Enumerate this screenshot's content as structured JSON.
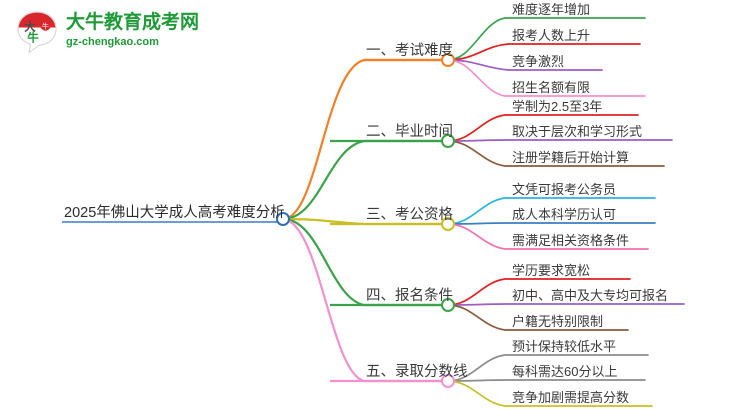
{
  "logo": {
    "mark_icon": "speech-bubble-daniu-icon",
    "mark_text_top": "大",
    "mark_text_bottom": "牛",
    "brand_name": "大牛教育成考网",
    "brand_url": "gz-chengkao.com",
    "brand_color": "#1f9a38",
    "mark_red": "#d9262c"
  },
  "mindmap": {
    "root": {
      "label": "2025年佛山大学成人高考难度分析",
      "color": "#3a7fc1",
      "node_color": "#2e6fb7"
    },
    "branches": [
      {
        "label": "一、考试难度",
        "color": "#ef8127",
        "leaves": [
          {
            "label": "难度逐年增加",
            "color": "#3aa349"
          },
          {
            "label": "报考人数上升",
            "color": "#e02020"
          },
          {
            "label": "竞争激烈",
            "color": "#9b5fc0"
          },
          {
            "label": "招生名额有限",
            "color": "#f291cd"
          }
        ]
      },
      {
        "label": "二、毕业时间",
        "color": "#3aa349",
        "leaves": [
          {
            "label": "学制为2.5至3年",
            "color": "#e02020"
          },
          {
            "label": "取决于层次和学习形式",
            "color": "#9b5fc0"
          },
          {
            "label": "注册学籍后开始计算",
            "color": "#8a5a3c"
          }
        ]
      },
      {
        "label": "三、考公资格",
        "color": "#c9bf25",
        "leaves": [
          {
            "label": "文凭可报考公务员",
            "color": "#29b6d8"
          },
          {
            "label": "成人本科学历认可",
            "color": "#3a7fc1"
          },
          {
            "label": "需满足相关资格条件",
            "color": "#f06fb0"
          }
        ]
      },
      {
        "label": "四、报名条件",
        "color": "#3aa349",
        "leaves": [
          {
            "label": "学历要求宽松",
            "color": "#e02020"
          },
          {
            "label": "初中、高中及大专均可报名",
            "color": "#9b5fc0"
          },
          {
            "label": "户籍无特别限制",
            "color": "#8a5a3c"
          }
        ]
      },
      {
        "label": "五、录取分数线",
        "color": "#f291cd",
        "leaves": [
          {
            "label": "预计保持较低水平",
            "color": "#8c8c8c"
          },
          {
            "label": "每科需达60分以上",
            "color": "#8c8c8c"
          },
          {
            "label": "竞争加剧需提高分数",
            "color": "#c9bf25"
          }
        ]
      }
    ]
  }
}
